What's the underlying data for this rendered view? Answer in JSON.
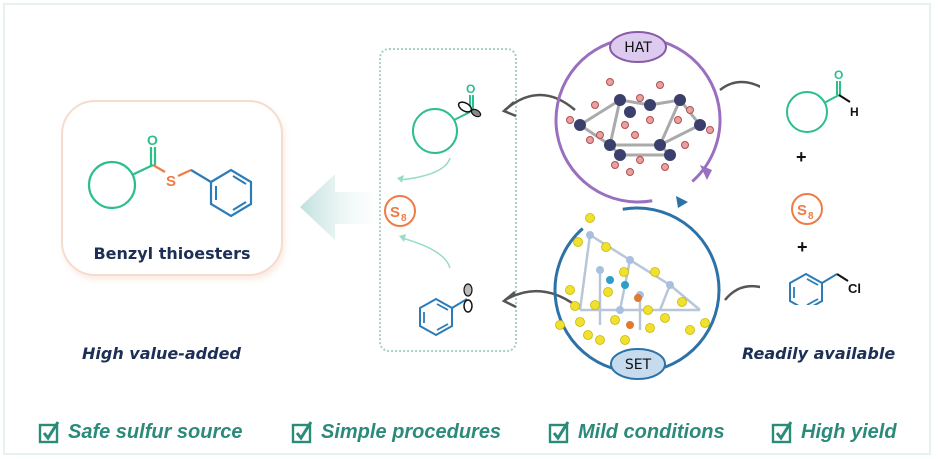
{
  "product": {
    "label": "Benzyl thioesters",
    "atoms": {
      "oxygen": "O",
      "sulfur": "S"
    }
  },
  "captions": {
    "left": "High value-added",
    "right": "Readily available"
  },
  "mechanism": {
    "s8_main": "S",
    "s8_sub": "8",
    "acyl_oxygen": "O"
  },
  "catalysts": {
    "top_badge": "HAT",
    "bottom_badge": "SET"
  },
  "reagents": {
    "aldehyde_O": "O",
    "aldehyde_H": "H",
    "plus": "+",
    "s8_main": "S",
    "s8_sub": "8",
    "chloride": "Cl"
  },
  "features": [
    {
      "label": "Safe sulfur source",
      "icon": "checkbox-checked-icon"
    },
    {
      "label": "Simple procedures",
      "icon": "checkbox-checked-icon"
    },
    {
      "label": "Mild conditions",
      "icon": "checkbox-checked-icon"
    },
    {
      "label": "High yield",
      "icon": "checkbox-checked-icon"
    }
  ],
  "colors": {
    "green": "#2dbf8a",
    "orange": "#ef7b45",
    "blue": "#2b7cb8",
    "purple": "#9a6fbf",
    "navy": "#1d2f55",
    "teal": "#2b8a7a"
  }
}
